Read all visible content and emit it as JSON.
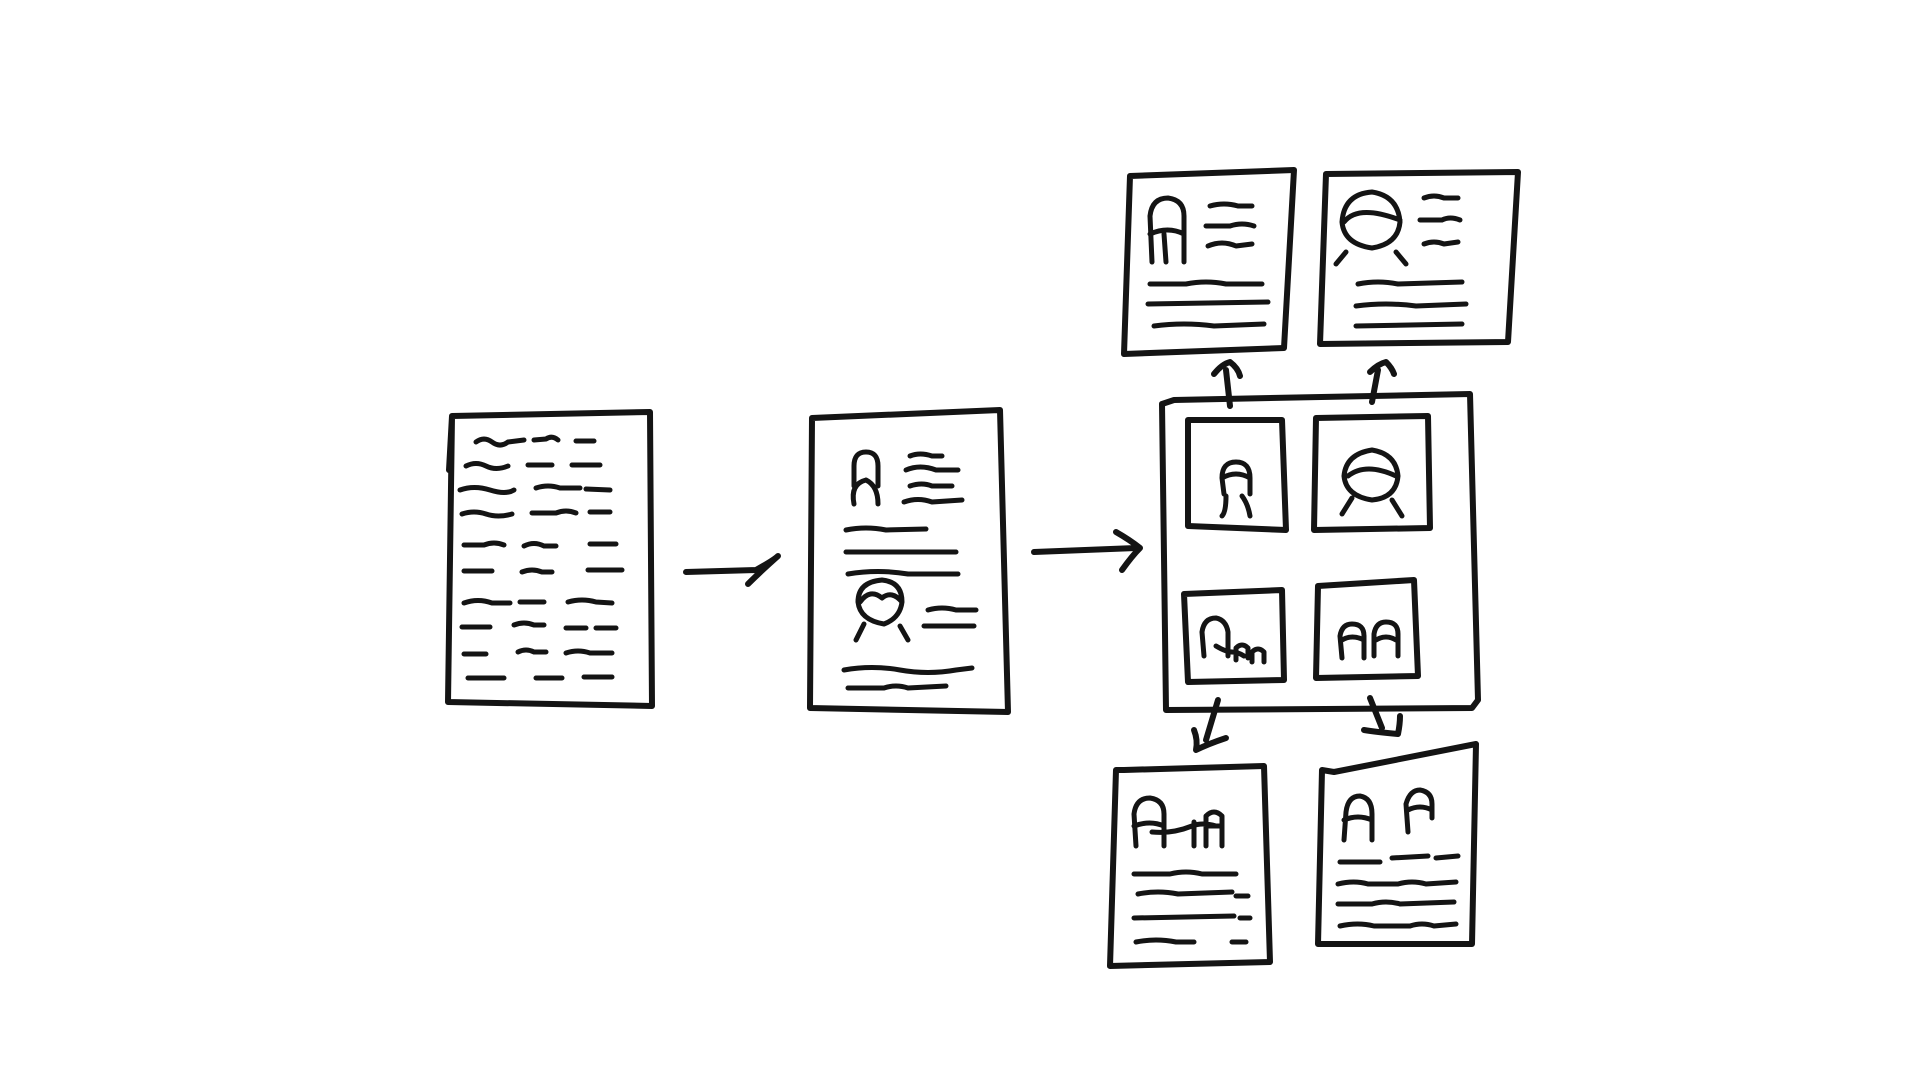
{
  "diagram": {
    "nodes": [
      {
        "id": "source-document",
        "icon": "text-document-icon"
      },
      {
        "id": "people-profile-document",
        "icon": "profile-document-icon"
      },
      {
        "id": "photo-grid-board",
        "icon": "photo-grid-icon"
      },
      {
        "id": "profile-card-single-person",
        "icon": "profile-card-icon"
      },
      {
        "id": "profile-card-woman",
        "icon": "profile-card-icon"
      },
      {
        "id": "profile-card-group",
        "icon": "profile-card-icon"
      },
      {
        "id": "profile-card-pair",
        "icon": "profile-card-icon"
      }
    ],
    "edges": [
      {
        "from": "source-document",
        "to": "people-profile-document"
      },
      {
        "from": "people-profile-document",
        "to": "photo-grid-board"
      },
      {
        "from": "photo-grid-board",
        "to": "profile-card-single-person"
      },
      {
        "from": "photo-grid-board",
        "to": "profile-card-woman"
      },
      {
        "from": "photo-grid-board",
        "to": "profile-card-group"
      },
      {
        "from": "photo-grid-board",
        "to": "profile-card-pair"
      }
    ],
    "colors": {
      "background": "#ffffff",
      "ink": "#141414"
    }
  }
}
